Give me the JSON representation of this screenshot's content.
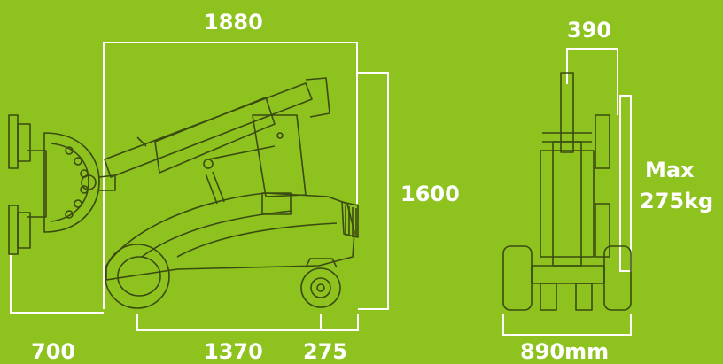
{
  "dimensions": {
    "side_width": "1880",
    "side_height": "1600",
    "reach": "700",
    "wheelbase": "1370",
    "rear_overhang": "275",
    "front_depth": "390",
    "front_width": "890mm"
  },
  "capacity": {
    "line1": "Max",
    "line2": "275kg"
  },
  "colors": {
    "background": "#8dc21f",
    "line": "#ffffff",
    "machine_stroke": "#3a4a10"
  }
}
